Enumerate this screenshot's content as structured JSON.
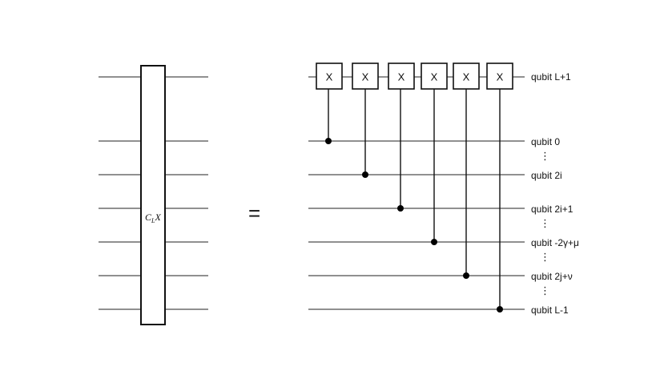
{
  "left_gate": {
    "label_main": "C",
    "label_sub": "L",
    "label_target": "X"
  },
  "equals_sign": "=",
  "gates": [
    {
      "label": "X"
    },
    {
      "label": "X"
    },
    {
      "label": "X"
    },
    {
      "label": "X"
    },
    {
      "label": "X"
    },
    {
      "label": "X"
    }
  ],
  "qubit_labels": [
    "qubit L+1",
    "qubit 0",
    "qubit 2i",
    "qubit 2i+1",
    "qubit -2γ+μ",
    "qubit 2j+ν",
    "qubit L-1"
  ],
  "ellipsis": "⋮"
}
